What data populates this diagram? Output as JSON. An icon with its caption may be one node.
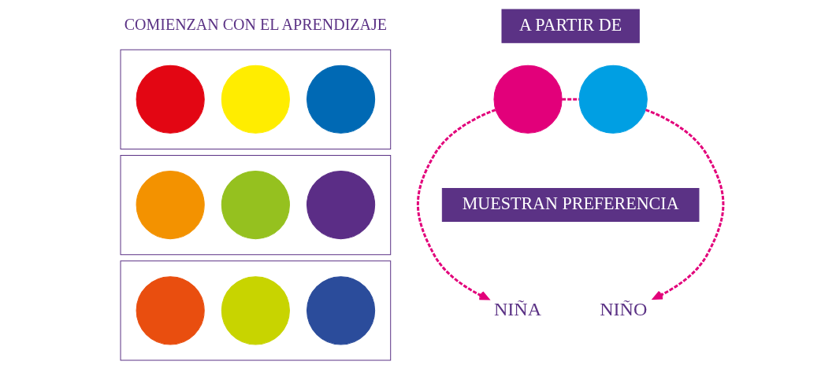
{
  "diagram": {
    "nodes": [
      {
        "text": [],
        "shape": "box"
      },
      {
        "text": [],
        "shape": "circle",
        "in": 0
      },
      {
        "text": [],
        "shape": "circle",
        "in": 0
      },
      {
        "text": [],
        "shape": "circle",
        "in": 0
      },
      {
        "text": [],
        "shape": "box"
      },
      {
        "text": [],
        "shape": "circle",
        "in": 4
      },
      {
        "text": [],
        "shape": "circle",
        "in": 4
      },
      {
        "text": [],
        "shape": "circle",
        "in": 4
      },
      {
        "text": [],
        "shape": "box"
      },
      {
        "text": [],
        "shape": "circle",
        "in": 8
      },
      {
        "text": [],
        "shape": "circle",
        "in": 8
      },
      {
        "text": [],
        "shape": "circle",
        "in": 8
      },
      {
        "text": [
          "A PARTIR DE"
        ]
      },
      {
        "text": [],
        "shape": "circle"
      },
      {
        "text": [],
        "shape": "circle"
      },
      {
        "text": [
          "MUESTRAN PREFERENCIA"
        ]
      },
      {
        "text": [
          "NIÑA"
        ]
      },
      {
        "text": [
          "NIÑO"
        ]
      }
    ],
    "edges": [
      {
        "from": 13,
        "to": 14,
        "arrow": "none",
        "style": "dashed"
      },
      {
        "from": 13,
        "to": 16,
        "arrow": "to",
        "style": "dashed"
      },
      {
        "from": 14,
        "to": 17,
        "arrow": "to",
        "style": "dashed"
      }
    ],
    "labels": [
      "COMIENZAN CON EL APRENDIZAJE"
    ]
  }
}
